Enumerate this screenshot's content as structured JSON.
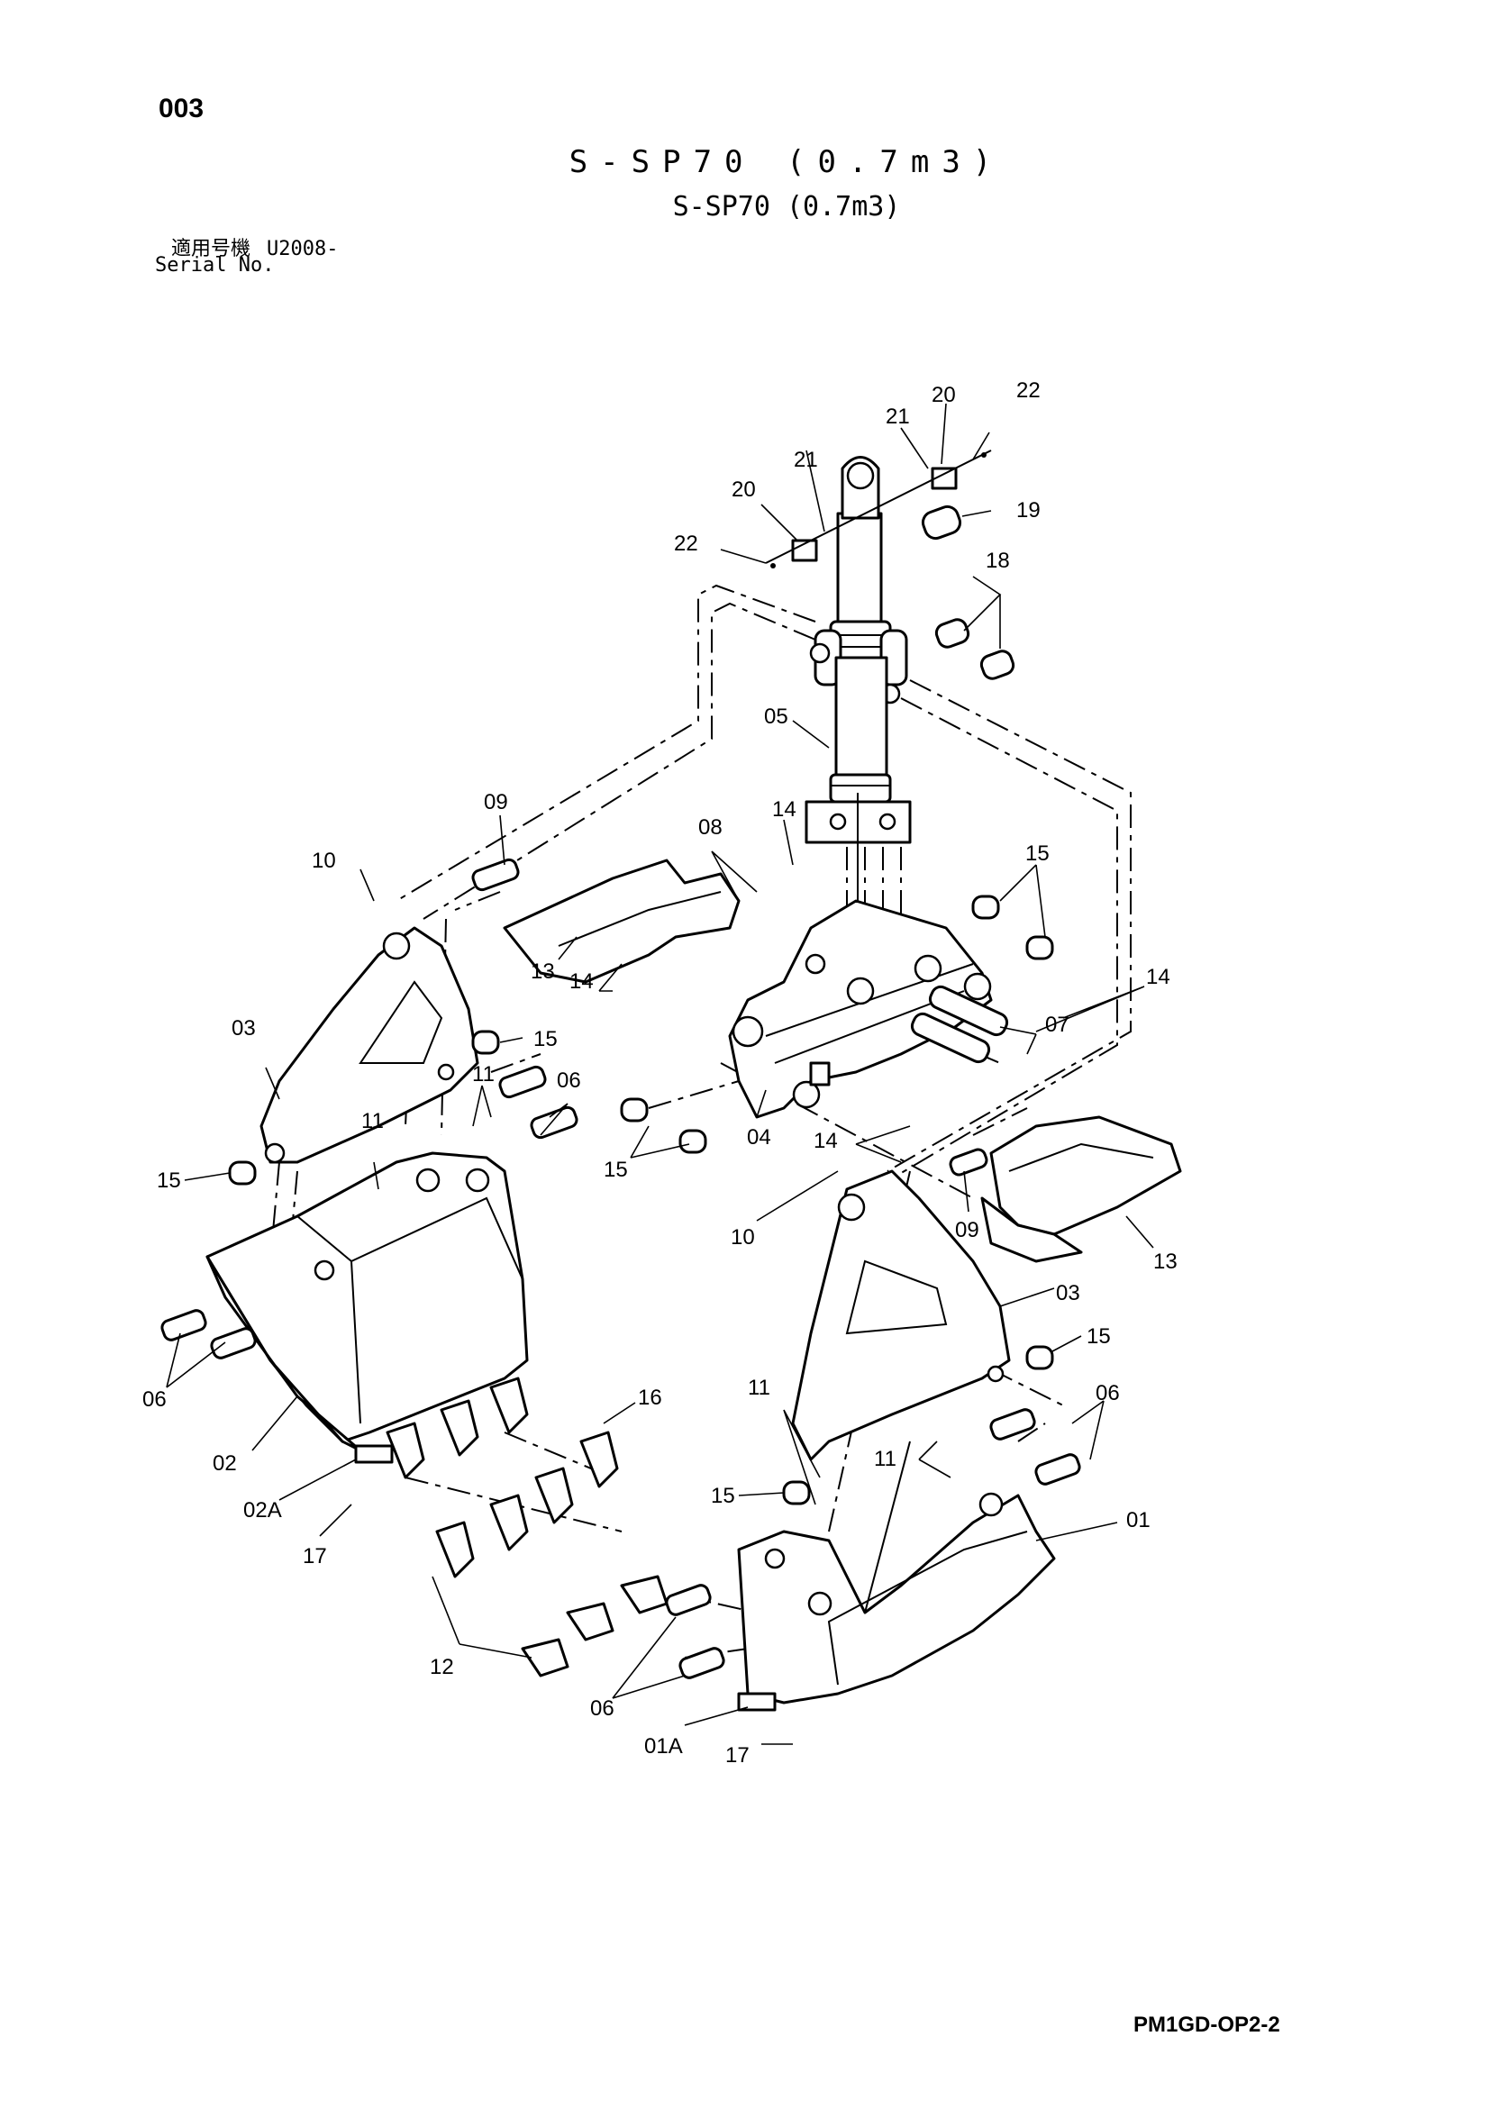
{
  "header": {
    "page_number": "003",
    "title_spaced": "S-SP70 (0.7m3)",
    "title_compact": "S-SP70 (0.7m3)",
    "serial_label_ja": "適用号機",
    "serial_value": "U2008-",
    "serial_label_en": "Serial No."
  },
  "footer": {
    "code": "PM1GD-OP2-2"
  },
  "callouts": {
    "c22a": "22",
    "c20a": "20",
    "c21a": "21",
    "c19": "19",
    "c21b": "21",
    "c20b": "20",
    "c22b": "22",
    "c18": "18",
    "c05": "05",
    "c09a": "09",
    "c08": "08",
    "c14a": "14",
    "c15a": "15",
    "c10a": "10",
    "c13a": "13",
    "c14b": "14",
    "c07": "07",
    "c14c": "14",
    "c03a": "03",
    "c15b": "15",
    "c11a": "11",
    "c06a": "06",
    "c11b": "11",
    "c15c": "15",
    "c15d": "15",
    "c04": "04",
    "c14d": "14",
    "c10b": "10",
    "c09b": "09",
    "c13b": "13",
    "c03b": "03",
    "c15e": "15",
    "c06b": "06",
    "c16": "16",
    "c06c": "06",
    "c02": "02",
    "c11c": "11",
    "c11d": "11",
    "c02A": "02A",
    "c15f": "15",
    "c17a": "17",
    "c01": "01",
    "c12": "12",
    "c06d": "06",
    "c01A": "01A",
    "c17b": "17"
  }
}
